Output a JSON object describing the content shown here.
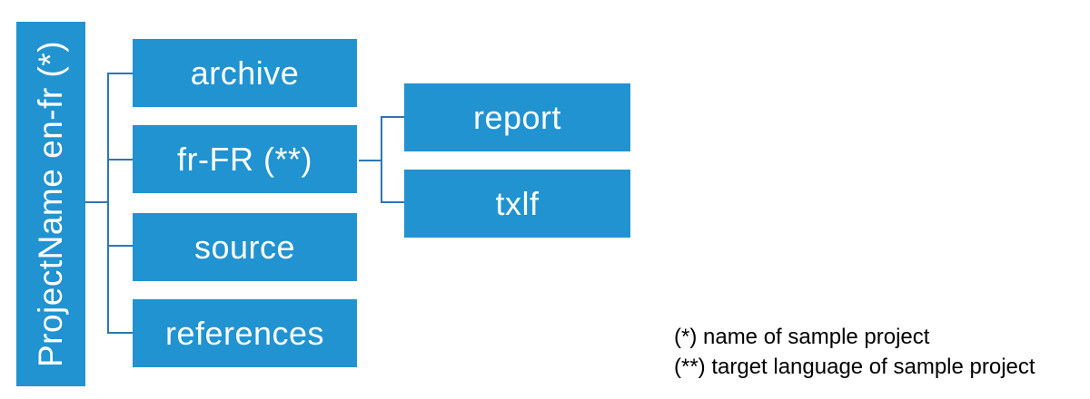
{
  "diagram": {
    "root": {
      "label": "ProjectName en-fr (*)"
    },
    "folders": [
      {
        "label": "archive"
      },
      {
        "label": "fr-FR (**)"
      },
      {
        "label": "source"
      },
      {
        "label": "references"
      }
    ],
    "subfolders": [
      {
        "label": "report"
      },
      {
        "label": "txlf"
      }
    ],
    "colors": {
      "background": "#ffffff",
      "box_fill": "#2193d1",
      "box_text": "#ffffff",
      "connector": "#2e75b6",
      "footnote_text": "#000000"
    }
  },
  "footnotes": {
    "line1": "(*) name of sample project",
    "line2": "(**) target language of sample project"
  }
}
